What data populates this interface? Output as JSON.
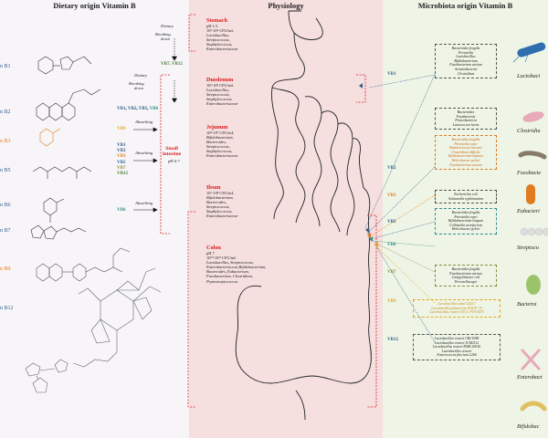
{
  "headers": {
    "left": "Dietary origin Vitamin B",
    "middle": "Physiology",
    "right": "Microbiota origin Vitamin B"
  },
  "left_vitamins": [
    {
      "label": "n B1",
      "color": "#2f5e8c"
    },
    {
      "label": "n B2",
      "color": "#2f5e8c"
    },
    {
      "label": "n B3",
      "color": "#e07b1e"
    },
    {
      "label": "n B5",
      "color": "#2f5e8c"
    },
    {
      "label": "n B6",
      "color": "#2f5e8c"
    },
    {
      "label": "n B7",
      "color": "#2f5e8c"
    },
    {
      "label": "n B9",
      "color": "#e07b1e"
    },
    {
      "label": "n B12",
      "color": "#2f5e8c"
    }
  ],
  "process_labels": {
    "dietary_top": "Dietary",
    "breaking_top_1": "Breaking",
    "breaking_top_2": "down",
    "dietary_mid": "Dietary",
    "breaking_mid_1": "Breaking",
    "breaking_mid_2": "down",
    "absorbing_1": "Absorbing",
    "absorbing_2": "Absorbing",
    "absorbing_3": "Absorbing",
    "small_intestine_1": "Small",
    "small_intestine_2": "intestine",
    "ph_si": "pH 6-7"
  },
  "vb_groups": {
    "top_right": [
      "VB7",
      "VB12"
    ],
    "duodenum": [
      "VB1",
      "VB2",
      "VB5",
      "VB6"
    ],
    "jejunum": [
      "VB9"
    ],
    "mid": [
      "VB1",
      "VB2",
      "VB3",
      "VB5",
      "VB7",
      "VB12"
    ],
    "ileum": [
      "VB6"
    ]
  },
  "organs": {
    "stomach": {
      "title": "Stomach",
      "lines": [
        "pH 1-3",
        "10²-10⁴ CFU/mL",
        "Lactobacillus,",
        "Streptococcus,",
        "Staphylococcus,",
        "Enterobacteriaceae"
      ]
    },
    "duodenum": {
      "title": "Duodenum",
      "lines": [
        "10²-10⁴ CFU/mL",
        "Lactobacillus,",
        "Streptococcus,",
        "Staphylococcus,",
        "Enterobacteriaceae"
      ]
    },
    "jejunum": {
      "title": "Jejunum",
      "lines": [
        "10⁴-10⁷ CFU/mL",
        "Bifidobacterium,",
        "Bacteroides,",
        "Streptococcus,",
        "Staphylococcus,",
        "Enterobacteriaceae"
      ]
    },
    "ileum": {
      "title": "Ileum",
      "lines": [
        "10⁷-10⁸ CFU/mL",
        "Bifidobacterium,",
        "Bacteroides,",
        "Streptococcus,",
        "Staphylococcus,",
        "Enterobacteriaceae"
      ]
    },
    "colon": {
      "title": "Colon",
      "lines": [
        "pH 7",
        "10¹⁰-10¹² CFU/mL",
        "Lactobacillus, Streptococcus,",
        "Enterobacteriaceae,Bifidobacterium,",
        "Bacteroides, Eubacterium,",
        "Fusobacterium, Clostridium,",
        "Peptostreptococcus"
      ]
    }
  },
  "microbiota_boxes": [
    {
      "vb": "VB1",
      "vb_color": "#2f5e8c",
      "border": "#555555",
      "text_color": "#222222",
      "lines": [
        "Bacteroides fragilis",
        "Prevotella",
        "Lactobacillus",
        "Bifidobacterium",
        "Fusobacterium varium",
        "Acinetobacteria",
        "Clostridium"
      ]
    },
    {
      "vb": "",
      "vb_color": "#2f5e8c",
      "border": "#555555",
      "text_color": "#222222",
      "lines": [
        "Bacteroides",
        "Fusobacteria",
        "Proteobacteria",
        "Lactococcus lactis"
      ]
    },
    {
      "vb": "VB2",
      "vb_color": "#2f5e8c",
      "border": "#e07b1e",
      "text_color": "#c9681a",
      "lines": [
        "Bacteroides fragilis",
        "Prevotella copri",
        "Ruminococcus lactaris",
        "Clostridium difficile",
        "Bifidobacterium infantis",
        "Helicobacter pylori",
        "Fusobacterium varium"
      ]
    },
    {
      "vb": "VB3",
      "vb_color": "#e07b1e",
      "border": "#555555",
      "text_color": "#222222",
      "lines": [
        "Escherichia coli",
        "Salmonella typhimurium"
      ]
    },
    {
      "vb": "VB5",
      "vb_color": "#2f5e8c",
      "border": "#2f8c88",
      "text_color": "#222222",
      "lines": [
        "Bacteroides fragilis",
        "Prevotella copri",
        "Bifidobacterium longum",
        "Collinsella aerofaciens",
        "Helicobacter pylori"
      ]
    },
    {
      "vb": "VB6",
      "vb_color": "#2f8c88",
      "border": "#8a8a3a",
      "text_color": "#222222",
      "lines": [
        "Bacteroides fragilis",
        "Fusobacterium varium",
        "Campylobacter coli",
        "Prevotellacegei"
      ]
    },
    {
      "vb": "VB7",
      "vb_color": "#8a8a3a",
      "border": "#e0a81e",
      "text_color": "#c98f1a",
      "lines": [
        "Lactobacillus sakei LZ217",
        "Lactobacillus plantarum WSUF 1'9",
        "Lactobacillus reuteri ATCC PTA 6475"
      ]
    },
    {
      "vb": "VB9",
      "vb_color": "#e0a81e",
      "border": "#555555",
      "text_color": "#222222",
      "lines": [
        "Lactobacillus reuteri CRL1098",
        "Lactobacillus reuteri JCM1112",
        "Lactobacillus reuteri DSM 20016",
        "Lactobacillus reuteri",
        "Enterococcus faecium L266"
      ]
    },
    {
      "vb": "VB12",
      "vb_color": "#2f5e8c",
      "border": "#555555",
      "text_color": "#222222",
      "lines": []
    }
  ],
  "microbes": [
    {
      "name": "Lactobaci",
      "color": "#2f6fb0"
    },
    {
      "name": "Clostridiu",
      "color": "#e8a9b8"
    },
    {
      "name": "Fusobacte",
      "color": "#8a7a6a"
    },
    {
      "name": "Eubacteri",
      "color": "#e07b1e"
    },
    {
      "name": "Streptoco",
      "color": "#dddddd"
    },
    {
      "name": "Bacteroi",
      "color": "#9bc46a"
    },
    {
      "name": "Enterobact",
      "color": "#e8a9b8"
    },
    {
      "name": "Bifidobac",
      "color": "#e0c060"
    }
  ]
}
